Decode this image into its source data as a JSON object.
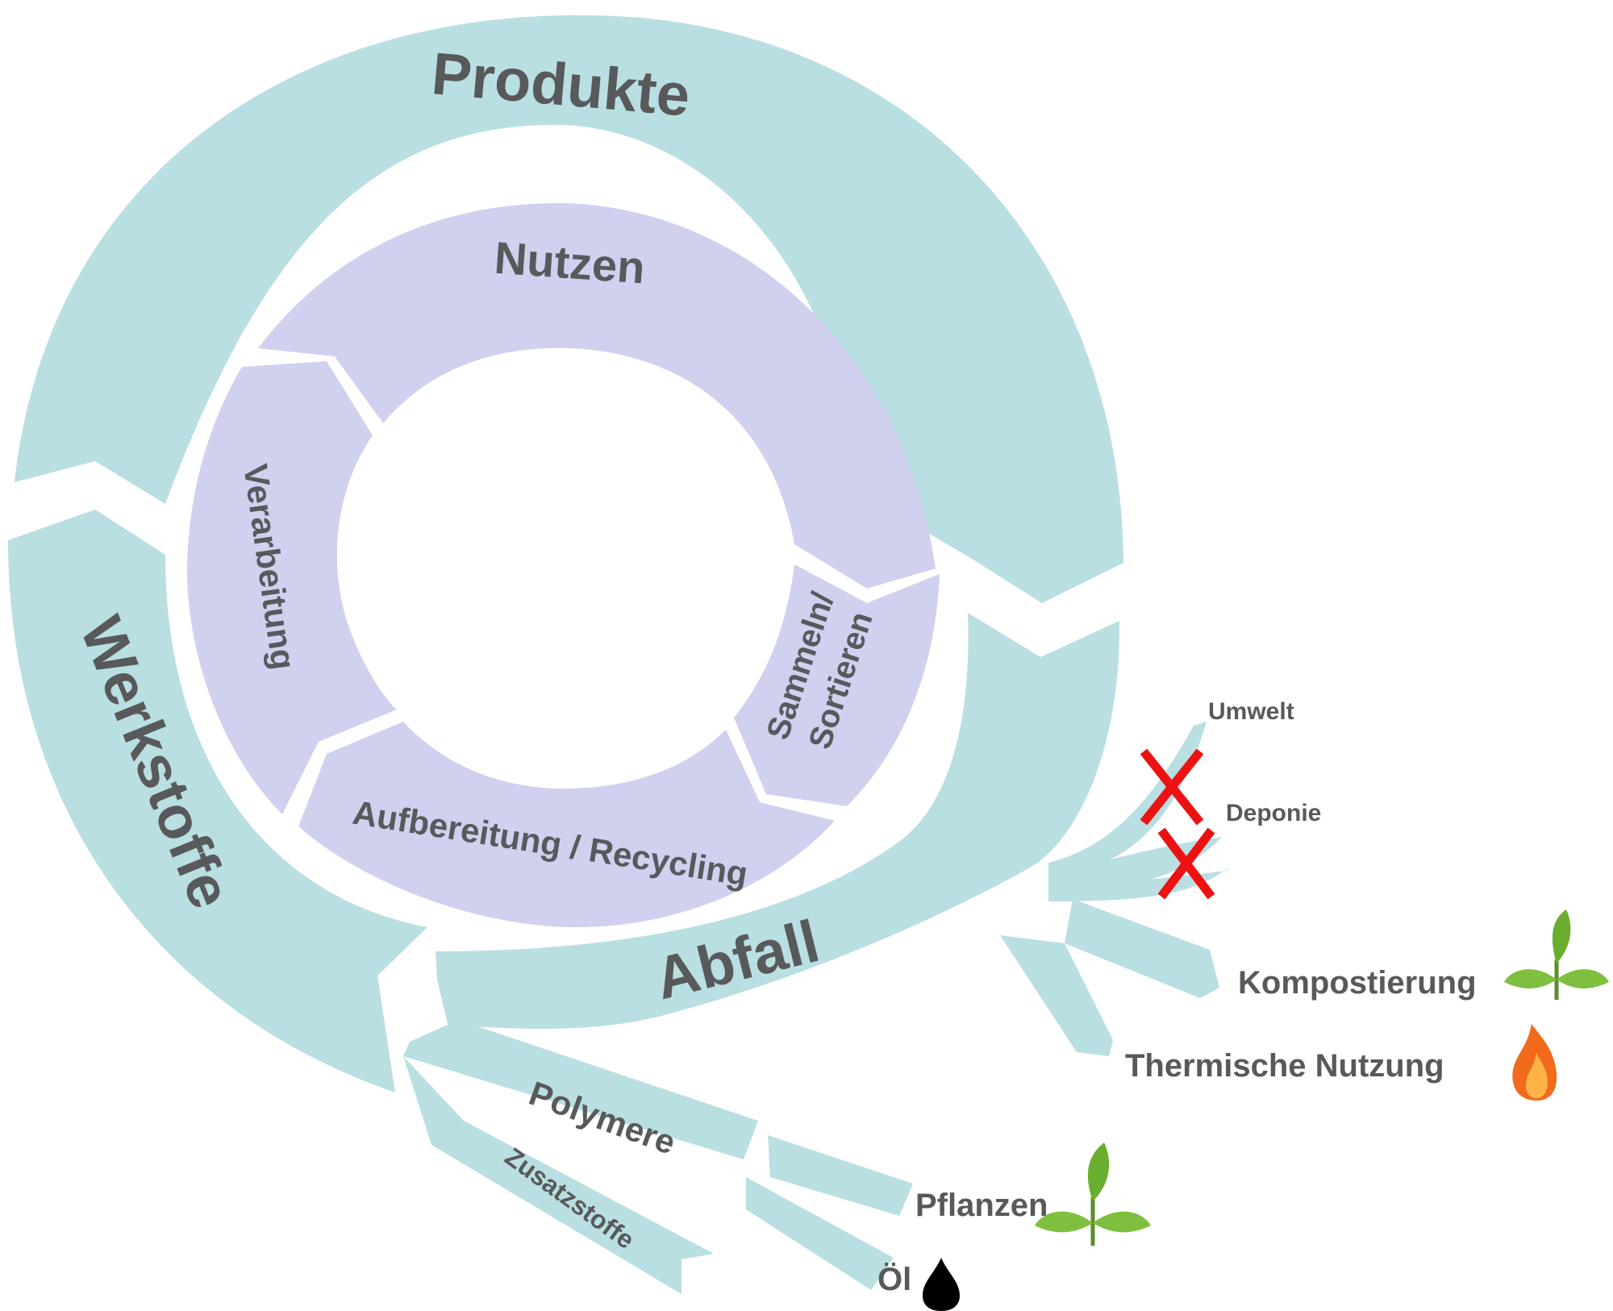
{
  "outer_ring": {
    "products": "Produkte",
    "materials": "Werkstoffe",
    "waste": "Abfall"
  },
  "inner_ring": {
    "use": "Nutzen",
    "processing": "Verarbeitung",
    "collect_line1": "Sammeln/",
    "collect_line2": "Sortieren",
    "recycling": "Aufbereitung / Recycling"
  },
  "inputs": {
    "polymers": "Polymere",
    "additives": "Zusatzstoffe",
    "plants": "Pflanzen",
    "oil": "Öl"
  },
  "waste_outputs": {
    "environment": "Umwelt",
    "landfill": "Deponie",
    "composting": "Kompostierung",
    "thermal": "Thermische Nutzung"
  },
  "colors": {
    "outer": "#b9dfe2",
    "inner": "#d0d1ef",
    "text": "#58595b",
    "cross": "#ee1111",
    "leaf": "#6aae2f",
    "flame": "#f26a1b"
  },
  "icons": [
    "leaf-icon",
    "flame-icon",
    "oil-drop-icon",
    "cross-icon"
  ]
}
